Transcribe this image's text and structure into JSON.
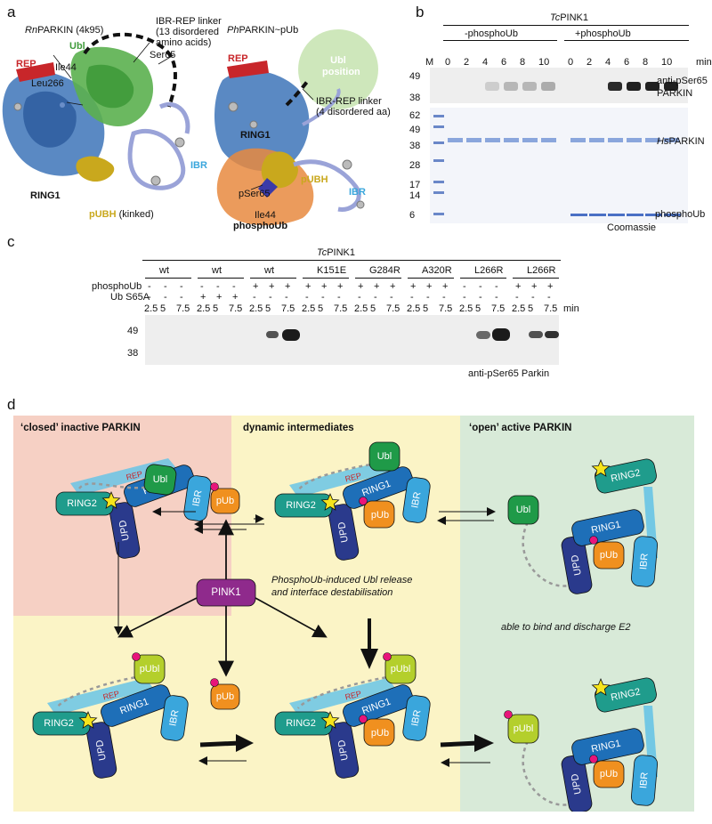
{
  "panels": {
    "a": "a",
    "b": "b",
    "c": "c",
    "d": "d"
  },
  "panel_a": {
    "left": {
      "title_italic": "Rn",
      "title_rest": "PARKIN (4k95)",
      "linker": [
        "IBR-REP linker",
        "(13 disordered",
        "amino acids)"
      ],
      "labels": {
        "rep": "REP",
        "ubl": "Ubl",
        "leu266": "Leu266",
        "ile44": "Ile44",
        "ser65": "Ser65",
        "ibr": "IBR",
        "ring1": "RING1",
        "pubh": "pUBH",
        "kinked": "(kinked)"
      }
    },
    "right": {
      "title_italic": "Ph",
      "title_rest": "PARKIN~pUb",
      "ubl_pos": [
        "Ubl",
        "position"
      ],
      "linker": [
        "IBR-REP linker",
        "(4 disordered aa)"
      ],
      "labels": {
        "rep": "REP",
        "ring1": "RING1",
        "pubh": "pUBH",
        "ibr": "IBR",
        "pser65": "pSer65",
        "ile44": "Ile44",
        "phosphoub": "phosphoUb"
      }
    }
  },
  "panel_b": {
    "title_italic": "Tc",
    "title_rest": "PINK1",
    "group_minus": "-phosphoUb",
    "group_plus": "+phosphoUb",
    "marker": "M",
    "times": [
      "0",
      "2",
      "4",
      "6",
      "8",
      "10",
      "0",
      "2",
      "4",
      "6",
      "8",
      "10"
    ],
    "min": "min",
    "blot_mw": [
      "49",
      "38"
    ],
    "gel_mw": [
      "62",
      "49",
      "38",
      "28",
      "17",
      "14",
      "6"
    ],
    "blot_right": [
      "anti-pSer65",
      "PARKIN"
    ],
    "gel_right_italic": "Hs",
    "gel_right_rest": "PARKIN",
    "phosphoub": "phosphoUb",
    "coomassie": "Coomassie"
  },
  "panel_c": {
    "title_italic": "Tc",
    "title_rest": "PINK1",
    "groups": [
      "wt",
      "wt",
      "wt",
      "K151E",
      "G284R",
      "A320R",
      "L266R",
      "L266R"
    ],
    "row_labels": [
      "phosphoUb",
      "Ub S65A"
    ],
    "phosphoub_signs": [
      [
        "-",
        "-",
        "-"
      ],
      [
        "-",
        "-",
        "-"
      ],
      [
        "+",
        "+",
        "+"
      ],
      [
        "+",
        "+",
        "+"
      ],
      [
        "+",
        "+",
        "+"
      ],
      [
        "+",
        "+",
        "+"
      ],
      [
        "-",
        "-",
        "-"
      ],
      [
        "+",
        "+",
        "+"
      ]
    ],
    "ubs65a_signs": [
      [
        "-",
        "-",
        "-"
      ],
      [
        "+",
        "+",
        "+"
      ],
      [
        "-",
        "-",
        "-"
      ],
      [
        "-",
        "-",
        "-"
      ],
      [
        "-",
        "-",
        "-"
      ],
      [
        "-",
        "-",
        "-"
      ],
      [
        "-",
        "-",
        "-"
      ],
      [
        "-",
        "-",
        "-"
      ]
    ],
    "times": [
      "2.5",
      "5",
      "7.5"
    ],
    "min": "min",
    "mw": [
      "49",
      "38"
    ],
    "caption": "anti-pSer65 Parkin"
  },
  "panel_d": {
    "closed": "‘closed’ inactive PARKIN",
    "dynamic": "dynamic intermediates",
    "open": "‘open’ active PARKIN",
    "note1": [
      "PhosphoUb-induced Ubl release",
      "and interface destabilisation"
    ],
    "note2": "able to bind and discharge E2",
    "pink1": "PINK1",
    "domains": {
      "ubl": "Ubl",
      "publ": "pUbl",
      "ibr": "IBR",
      "ring1": "RING1",
      "ring2": "RING2",
      "upd": "UPD",
      "rep": "REP",
      "pub": "pUb"
    },
    "colors": {
      "ubl": "#1f9a48",
      "publ": "#b4cf2c",
      "ibr": "#3aa6dc",
      "ring1": "#1e6fb8",
      "ring2": "#1f9c8c",
      "upd": "#2a3a8c",
      "pub": "#f0901f",
      "pink1": "#8f2a8c",
      "star": "#f6e41c",
      "phospho": "#e8157a",
      "closed_bg": "#f6d0c4",
      "dyn_bg": "#fbf4c6",
      "open_bg": "#d8ead8"
    }
  }
}
